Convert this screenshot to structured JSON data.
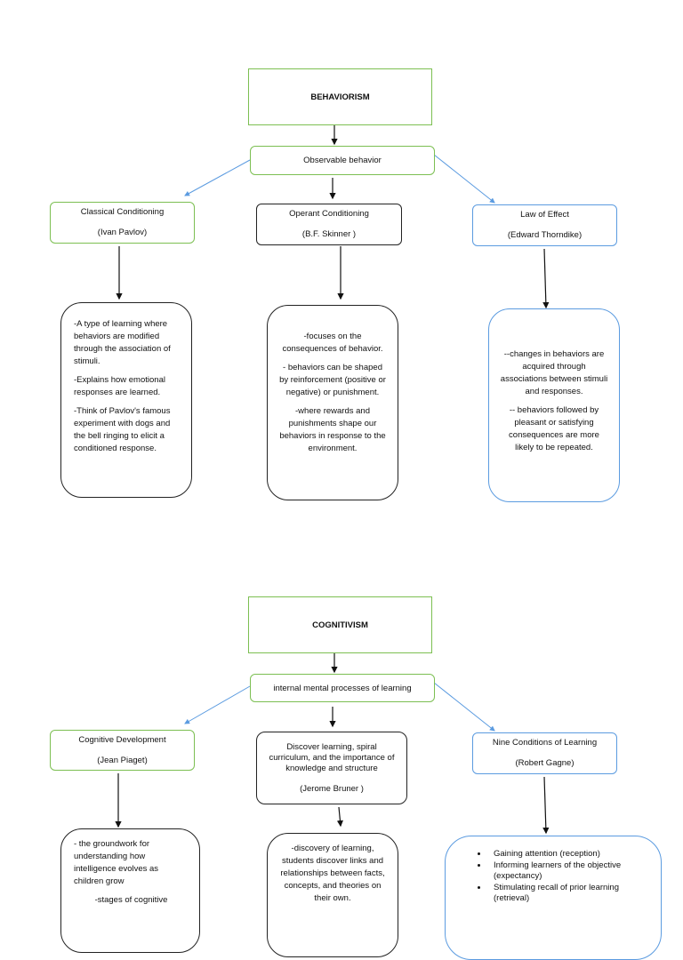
{
  "behaviorism": {
    "title": "BEHAVIORISM",
    "focus": "Observable behavior",
    "branches": [
      {
        "name": "Classical Conditioning",
        "person": "(Ivan Pavlov)",
        "points": [
          "-A type of learning where behaviors are modified through the association of stimuli.",
          "-Explains how emotional responses are learned.",
          "-Think of Pavlov's famous experiment with dogs and the bell ringing to elicit a conditioned response."
        ]
      },
      {
        "name": "Operant Conditioning",
        "person": "(B.F. Skinner )",
        "points": [
          "-focuses on the consequences of behavior.",
          "- behaviors can be shaped by reinforcement (positive or negative) or punishment.",
          "-where rewards and punishments shape our behaviors in response to the environment."
        ]
      },
      {
        "name": "Law of Effect",
        "person": "(Edward Thorndike)",
        "points": [
          "--changes in behaviors are acquired through associations between stimuli and responses.",
          "-- behaviors followed by pleasant or satisfying consequences are more likely to be repeated."
        ]
      }
    ]
  },
  "cognitivism": {
    "title": "COGNITIVISM",
    "focus": "internal mental processes of learning",
    "branches": [
      {
        "name": "Cognitive Development",
        "person": "(Jean Piaget)",
        "points": [
          "- the groundwork for understanding how intelligence evolves as children grow",
          "-stages of cognitive"
        ]
      },
      {
        "name": "Discover learning, spiral curriculum, and the importance of knowledge and structure",
        "person": "(Jerome Bruner )",
        "points": [
          "-discovery of learning, students discover links and relationships between facts, concepts, and theories on their own."
        ]
      },
      {
        "name": "Nine Conditions of Learning",
        "person": "(Robert Gagne)",
        "points": [
          "Gaining attention (reception)",
          "Informing learners of the objective (expectancy)",
          "Stimulating recall of prior learning (retrieval)"
        ]
      }
    ]
  },
  "colors": {
    "green": "#7cbf52",
    "blue": "#5b9be0",
    "black": "#222222"
  }
}
